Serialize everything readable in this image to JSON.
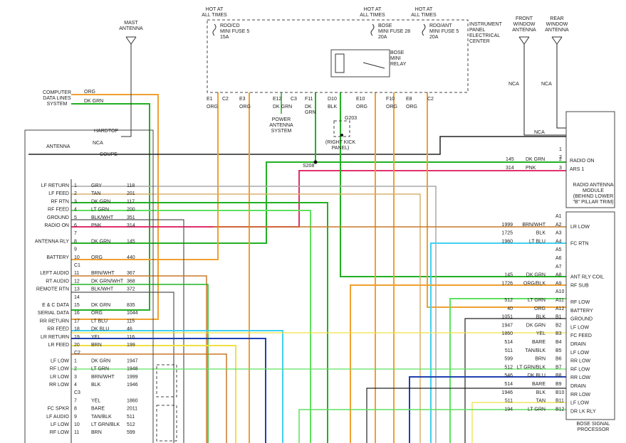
{
  "mast_antenna": "MAST\nANTENNA",
  "front_window_antenna": "FRONT\nWINDOW\nANTENNA",
  "rear_window_antenna": "REAR\nWINDOW\nANTENNA",
  "computer_data_lines": "COMPUTER\nDATA LINES\nSYSTEM",
  "power_antenna_system": "POWER\nANTENNA\nSYSTEM",
  "right_kick_panel": "(RIGHT KICK\nPANEL)",
  "g203": "G203",
  "s208": "S208",
  "ipec": "INSTRUMENT\nPANEL\nELECTRICAL\nCENTER",
  "bose_relay": "BOSE\nMINI\nRELAY",
  "hardtop": "HARDTOP",
  "coupe": "COUPE",
  "antenna_label": "ANTENNA",
  "nca": "NCA",
  "ram_title": "RADIO ANTENNA\nMODULE\n(BEHIND LOWER\n\"B\" PILLAR TRIM)",
  "bose_title": "BOSE SIGNAL\nPROCESSOR",
  "fuses": [
    {
      "hot": "HOT AT\nALL TIMES",
      "name": "RDO/CD\nMINI FUSE 5\n15A"
    },
    {
      "hot": "HOT AT\nALL TIMES",
      "name": "BOSE\nMINI FUSE 28\n20A"
    },
    {
      "hot": "HOT AT\nALL TIMES",
      "name": "RDO/ANT\nMINI FUSE 5\n20A"
    }
  ],
  "ipec_pins": [
    {
      "pin": "E1",
      "wire": "ORG"
    },
    {
      "pin": "C2",
      "wire": ""
    },
    {
      "pin": "E3",
      "wire": "ORG"
    },
    {
      "pin": "E12",
      "wire": "DK GRN"
    },
    {
      "pin": "C3",
      "wire": ""
    },
    {
      "pin": "F11",
      "wire": "DK\nGRN"
    },
    {
      "pin": "D10",
      "wire": "BLK"
    },
    {
      "pin": "E10",
      "wire": "ORG"
    },
    {
      "pin": "F10",
      "wire": "ORG"
    },
    {
      "pin": "E8",
      "wire": "ORG"
    },
    {
      "pin": "C2",
      "wire": ""
    }
  ],
  "computer_wires": [
    {
      "color": "ORG"
    },
    {
      "color": "DK GRN"
    }
  ],
  "ram_pins": [
    {
      "circuit": "",
      "color": "",
      "pin": "1",
      "label": ""
    },
    {
      "circuit": "",
      "color": "",
      "pin": "2",
      "label": ""
    },
    {
      "circuit": "145",
      "color": "DK GRN",
      "pin": "2",
      "label": "RADIO ON"
    },
    {
      "circuit": "314",
      "color": "PNK",
      "pin": "3",
      "label": "ARS 1"
    }
  ],
  "left_rows": [
    {
      "label": "LF RETURN",
      "pin": "1",
      "color": "GRY",
      "circuit": "118"
    },
    {
      "label": "LF FEED",
      "pin": "2",
      "color": "TAN",
      "circuit": "201"
    },
    {
      "label": "RF RTN",
      "pin": "3",
      "color": "DK GRN",
      "circuit": "117"
    },
    {
      "label": "RF FEED",
      "pin": "4",
      "color": "LT GRN",
      "circuit": "200"
    },
    {
      "label": "GROUND",
      "pin": "5",
      "color": "BLK/WHT",
      "circuit": "351"
    },
    {
      "label": "RADIO ON",
      "pin": "6",
      "color": "PNK",
      "circuit": "314"
    },
    {
      "label": "",
      "pin": "7",
      "color": "",
      "circuit": ""
    },
    {
      "label": "ANTENNA RLY",
      "pin": "8",
      "color": "DK GRN",
      "circuit": "145"
    },
    {
      "label": "",
      "pin": "9",
      "color": "",
      "circuit": ""
    },
    {
      "label": "BATTERY",
      "pin": "10",
      "color": "ORG",
      "circuit": "440"
    },
    {
      "label": "",
      "pin": "C1",
      "color": "",
      "circuit": ""
    },
    {
      "label": "LEFT AUDIO",
      "pin": "11",
      "color": "BRN/WHT",
      "circuit": "367"
    },
    {
      "label": "RT AUDIO",
      "pin": "12",
      "color": "DK GRN/WHT",
      "circuit": "368"
    },
    {
      "label": "REMOTE RTN",
      "pin": "13",
      "color": "BLK/WHT",
      "circuit": "372"
    },
    {
      "label": "",
      "pin": "14",
      "color": "",
      "circuit": ""
    },
    {
      "label": "E & C DATA",
      "pin": "15",
      "color": "DK GRN",
      "circuit": "835"
    },
    {
      "label": "SERIAL DATA",
      "pin": "16",
      "color": "ORG",
      "circuit": "1044"
    },
    {
      "label": "RR RETURN",
      "pin": "17",
      "color": "LT BLU",
      "circuit": "115"
    },
    {
      "label": "RR FEED",
      "pin": "18",
      "color": "DK BLU",
      "circuit": "46"
    },
    {
      "label": "LR RETURN",
      "pin": "19",
      "color": "YEL",
      "circuit": "116"
    },
    {
      "label": "LR FEED",
      "pin": "20",
      "color": "BRN",
      "circuit": "199"
    },
    {
      "label": "",
      "pin": "C2",
      "color": "",
      "circuit": ""
    },
    {
      "label": "LF LOW",
      "pin": "1",
      "color": "DK GRN",
      "circuit": "1947"
    },
    {
      "label": "RF LOW",
      "pin": "2",
      "color": "LT GRN",
      "circuit": "1948"
    },
    {
      "label": "LR LOW",
      "pin": "3",
      "color": "BRN/WHT",
      "circuit": "1999"
    },
    {
      "label": "RR LOW",
      "pin": "4",
      "color": "BLK",
      "circuit": "1946"
    },
    {
      "label": "",
      "pin": "C3",
      "color": "",
      "circuit": ""
    },
    {
      "label": "",
      "pin": "7",
      "color": "YEL",
      "circuit": "1860"
    },
    {
      "label": "FC SPKR",
      "pin": "8",
      "color": "BARE",
      "circuit": "2011"
    },
    {
      "label": "LF AUDIO",
      "pin": "9",
      "color": "TAN/BLK",
      "circuit": "511"
    },
    {
      "label": "LF LOW",
      "pin": "10",
      "color": "LT GRN/BLK",
      "circuit": "512"
    },
    {
      "label": "RF LOW",
      "pin": "11",
      "color": "BRN",
      "circuit": "599"
    }
  ],
  "right_rows": [
    {
      "circuit": "",
      "color": "",
      "pin": "A1",
      "label": ""
    },
    {
      "circuit": "1999",
      "color": "BRN/WHT",
      "pin": "A2",
      "label": "LR LOW"
    },
    {
      "circuit": "1725",
      "color": "BLK",
      "pin": "A3",
      "label": ""
    },
    {
      "circuit": "1960",
      "color": "LT BLU",
      "pin": "A4",
      "label": "FC RTN"
    },
    {
      "circuit": "",
      "color": "",
      "pin": "A5",
      "label": ""
    },
    {
      "circuit": "",
      "color": "",
      "pin": "A6",
      "label": ""
    },
    {
      "circuit": "",
      "color": "",
      "pin": "A7",
      "label": ""
    },
    {
      "circuit": "145",
      "color": "DK GRN",
      "pin": "A8",
      "label": "ANT RLY COIL"
    },
    {
      "circuit": "1726",
      "color": "ORG/BLK",
      "pin": "A9",
      "label": "RF SUB"
    },
    {
      "circuit": "",
      "color": "",
      "pin": "A10",
      "label": ""
    },
    {
      "circuit": "512",
      "color": "LT GRN",
      "pin": "A11",
      "label": "RF LOW"
    },
    {
      "circuit": "40",
      "color": "ORG",
      "pin": "A12",
      "label": "BATTERY"
    },
    {
      "circuit": "1051",
      "color": "BLK",
      "pin": "B1",
      "label": "GROUND"
    },
    {
      "circuit": "1947",
      "color": "DK GRN",
      "pin": "B2",
      "label": "LF LOW"
    },
    {
      "circuit": "1860",
      "color": "YEL",
      "pin": "B3",
      "label": "FC FEED"
    },
    {
      "circuit": "514",
      "color": "BARE",
      "pin": "B4",
      "label": "DRAIN"
    },
    {
      "circuit": "511",
      "color": "TAN/BLK",
      "pin": "B5",
      "label": "LF LOW"
    },
    {
      "circuit": "599",
      "color": "BRN",
      "pin": "B6",
      "label": "RR LOW"
    },
    {
      "circuit": "512",
      "color": "LT GRN/BLK",
      "pin": "B7",
      "label": "RF LOW"
    },
    {
      "circuit": "546",
      "color": "DK BLU",
      "pin": "B8",
      "label": "RR LOW"
    },
    {
      "circuit": "514",
      "color": "BARE",
      "pin": "B9",
      "label": "DRAIN"
    },
    {
      "circuit": "1946",
      "color": "BLK",
      "pin": "B10",
      "label": "RR LOW"
    },
    {
      "circuit": "511",
      "color": "TAN",
      "pin": "B11",
      "label": "LF LOW"
    },
    {
      "circuit": "194",
      "color": "LT GRN",
      "pin": "B12",
      "label": "DR LK RLY"
    }
  ],
  "colors": {
    "org": "#f0a030",
    "dkgrn": "#22b022",
    "ltgrn": "#5fe05f",
    "pnk": "#e0306a",
    "ltblu": "#40d0f0",
    "dkblu": "#2040b0",
    "yel": "#f0e040",
    "brn": "#c87828",
    "gry": "#a8a8a8",
    "blk": "#222222",
    "tan": "#d8b070"
  }
}
